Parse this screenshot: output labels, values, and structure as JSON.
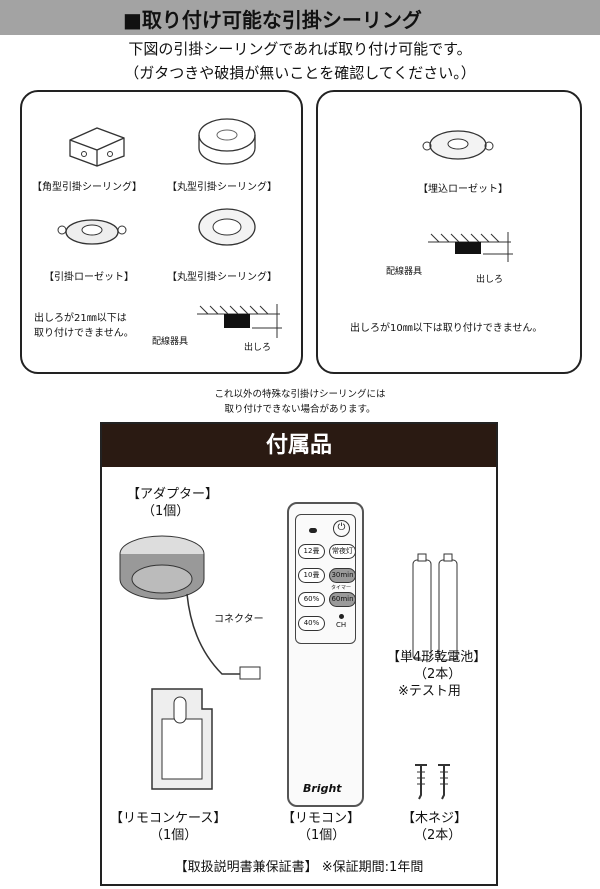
{
  "header": {
    "title": "■取り付け可能な引掛シーリング"
  },
  "intro": {
    "line1": "下図の引掛シーリングであれば取り付け可能です。",
    "line2": "（ガタつきや破損が無いことを確認してください。）"
  },
  "left_panel": {
    "items": [
      "【角型引掛シーリング】",
      "【丸型引掛シーリング】",
      "【引掛ローゼット】",
      "【丸型引掛シーリング】"
    ],
    "warning_line1": "出しろが21㎜以下は",
    "warning_line2": "取り付けできません。",
    "fixture_label": "配線器具",
    "protrusion_label": "出しろ"
  },
  "right_panel": {
    "item": "【埋込ローゼット】",
    "fixture_label": "配線器具",
    "protrusion_label": "出しろ",
    "warning": "出しろが10㎜以下は取り付けできません。"
  },
  "note": {
    "line1": "これ以外の特殊な引掛けシーリングには",
    "line2": "取り付けできない場合があります。"
  },
  "accessories": {
    "title": "付属品",
    "adapter": {
      "name": "【アダプター】",
      "qty": "（1個）",
      "connector": "コネクター"
    },
    "remote": {
      "name": "【リモコン】",
      "qty": "（1個）",
      "buttons": [
        "12畳",
        "常夜灯",
        "10畳",
        "30min",
        "60%",
        "60min",
        "40%"
      ],
      "timer_label": "タイマー",
      "ch_label": "CH",
      "brand": "Bright"
    },
    "battery": {
      "name": "【単4形乾電池】",
      "qty": "（2本）",
      "note": "※テスト用"
    },
    "case": {
      "name": "【リモコンケース】",
      "qty": "（1個）"
    },
    "screw": {
      "name": "【木ネジ】",
      "qty": "（2本）"
    },
    "manual": "【取扱説明書兼保証書】 ※保証期間:1年間"
  }
}
